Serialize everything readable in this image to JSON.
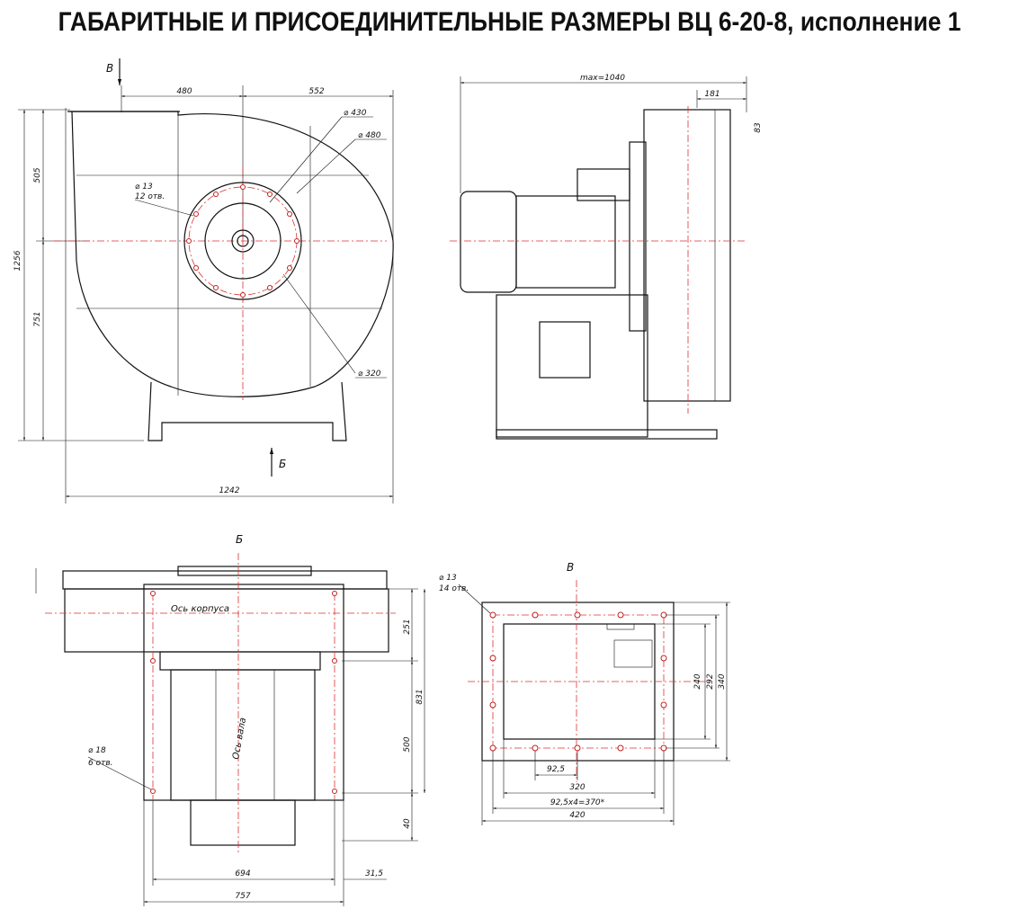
{
  "title": "ГАБАРИТНЫЕ И ПРИСОЕДИНИТЕЛЬНЫЕ РАЗМЕРЫ ВЦ 6-20-8, исполнение 1",
  "front_view": {
    "arrow_v": "В",
    "arrow_b": "Б",
    "dim_480": "480",
    "dim_552": "552",
    "dim_505": "505",
    "dim_1256": "1256",
    "dim_751": "751",
    "dim_1242": "1242",
    "diam_430": "⌀ 430",
    "diam_480": "⌀ 480",
    "diam_320": "⌀ 320",
    "hole_diam": "⌀ 13",
    "hole_count": "12 отв."
  },
  "side_view": {
    "dim_max": "max=1040",
    "dim_181": "181",
    "dim_83": "83"
  },
  "bottom_view": {
    "title": "Б",
    "axis_housing": "Ось корпуса",
    "axis_shaft": "Ось вала",
    "hole_diam": "⌀ 18",
    "hole_count": "6 отв.",
    "dim_251": "251",
    "dim_831": "831",
    "dim_500": "500",
    "dim_40": "40",
    "dim_694": "694",
    "dim_31_5": "31,5",
    "dim_757": "757"
  },
  "flange_view": {
    "title": "В",
    "hole_diam": "⌀ 13",
    "hole_count": "14 отв.",
    "dim_240": "240",
    "dim_292": "292",
    "dim_340": "340",
    "dim_92_5": "92,5",
    "dim_320": "320",
    "dim_370": "92,5x4=370*",
    "dim_420": "420"
  }
}
